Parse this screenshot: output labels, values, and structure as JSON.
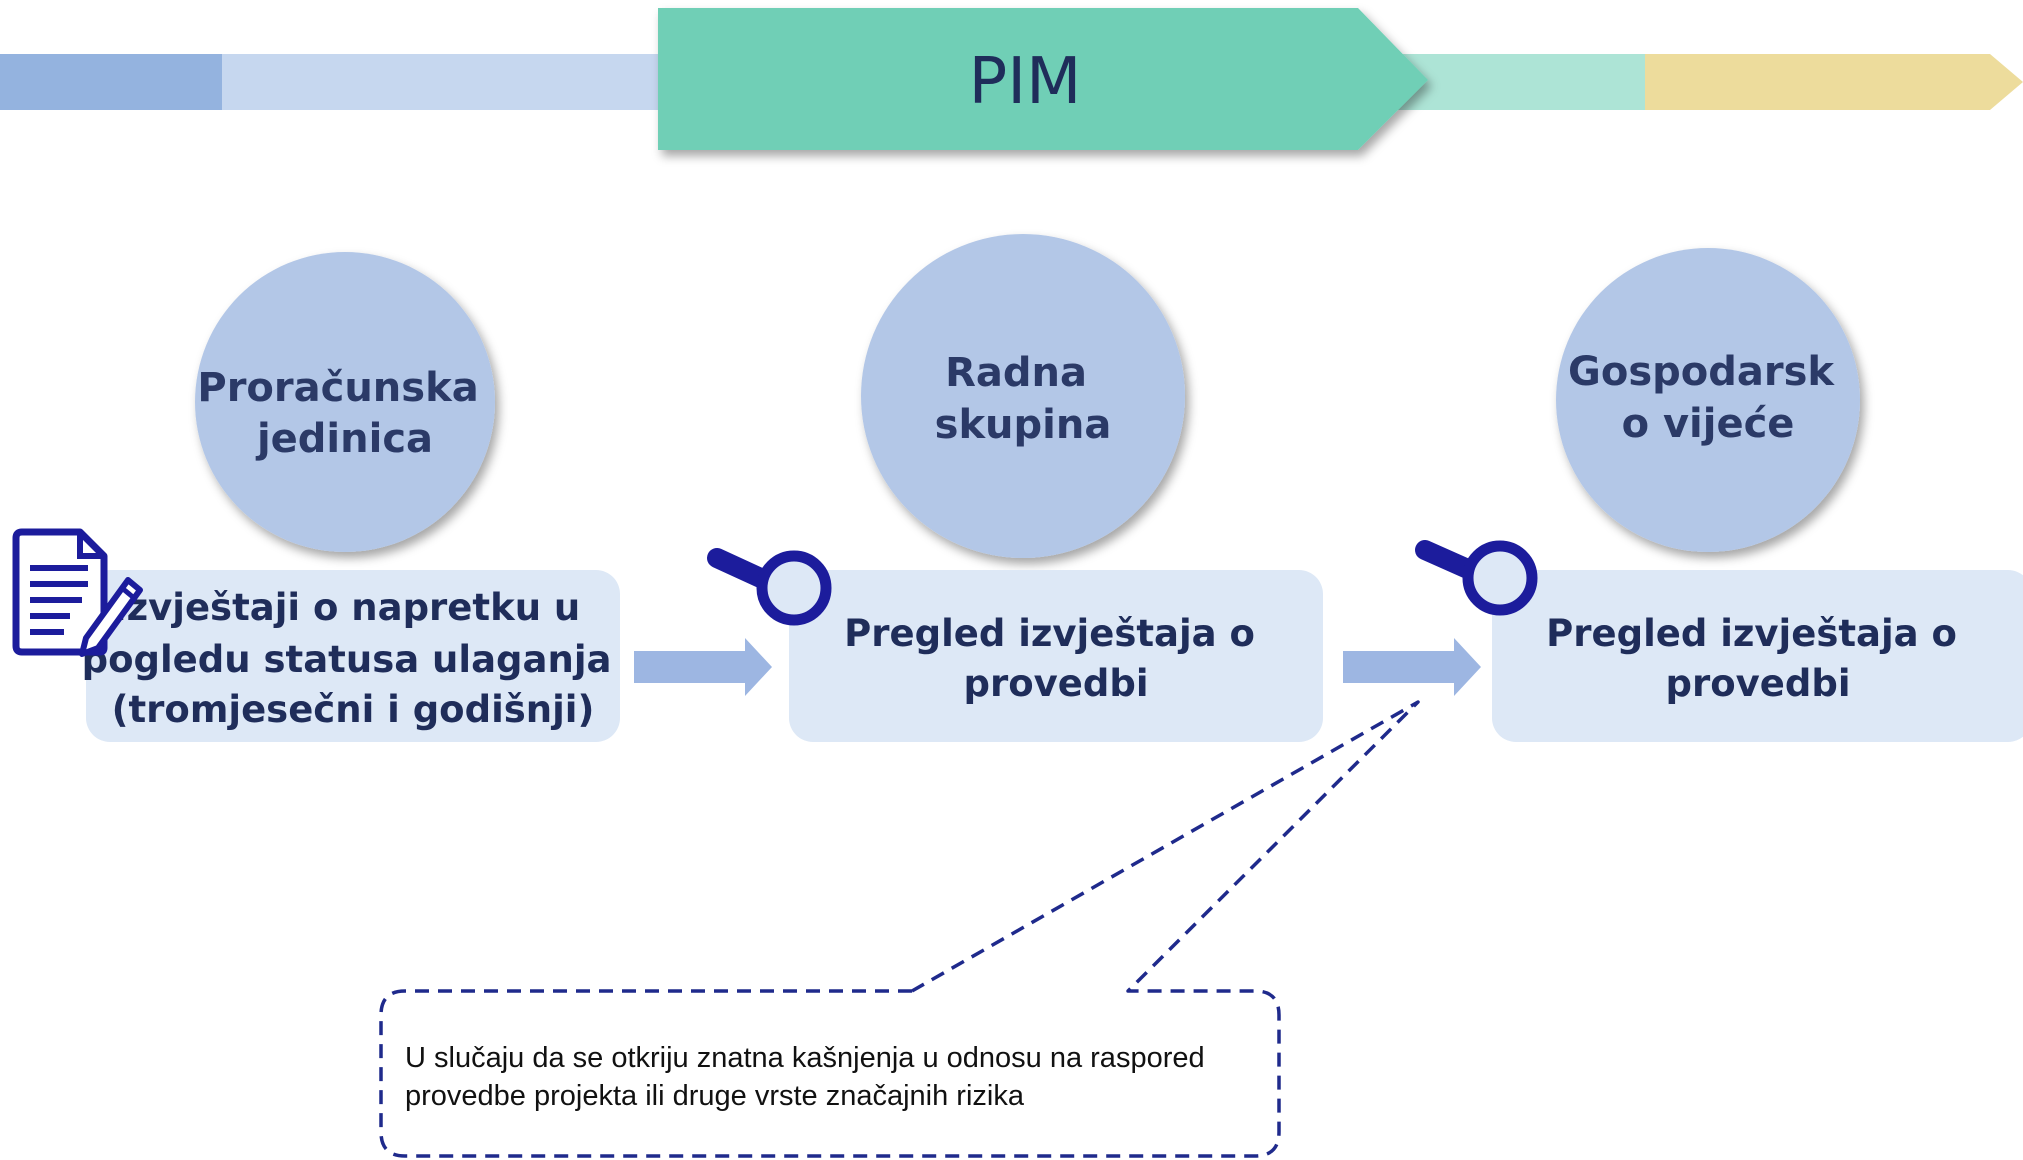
{
  "banner": {
    "label": "PIM"
  },
  "stages": [
    {
      "title_lines": [
        "Proračunska",
        "jedinica"
      ],
      "box_lines": [
        "Izvještaji o napretku u",
        "pogledu statusa ulaganja",
        "(tromjesečni i godišnji)"
      ],
      "icon": "report-edit-icon"
    },
    {
      "title_lines": [
        "Radna",
        "skupina"
      ],
      "box_lines": [
        "Pregled izvještaja o",
        "provedbi"
      ],
      "icon": "magnifier-icon"
    },
    {
      "title_lines": [
        "Gospodarsk",
        "o vijeće"
      ],
      "box_lines": [
        "Pregled izvještaja o",
        "provedbi"
      ],
      "icon": "magnifier-icon"
    }
  ],
  "callout": {
    "lines": [
      "U slučaju da se otkriju znatna kašnjenja u odnosu na raspored",
      "provedbe projekta ili druge vrste značajnih rizika"
    ]
  },
  "colors": {
    "banner_dark_blue": "#94b3df",
    "banner_light_blue": "#c6d7ef",
    "banner_green": "#6fcfb6",
    "banner_light_green": "#ade4d6",
    "banner_yellow": "#eddc9c",
    "circle_fill": "#b3c7e7",
    "box_fill": "#dde8f6",
    "arrow_fill": "#9db6e2",
    "icon_navy": "#1c1c9c",
    "dash_navy": "#1f2a8c",
    "title_text": "#2b3a67"
  }
}
